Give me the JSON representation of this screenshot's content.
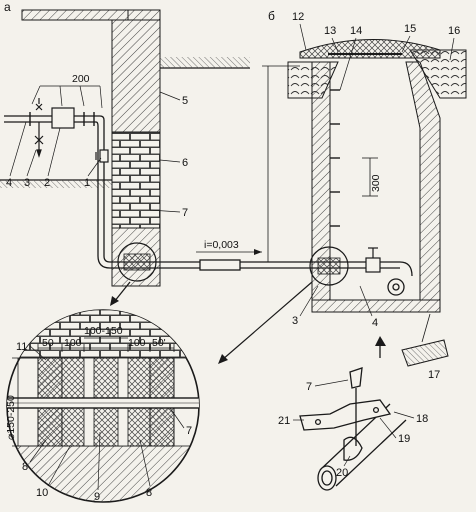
{
  "panels": {
    "a": "а",
    "b": "б"
  },
  "dimensions": {
    "d200": "200",
    "d300": "300",
    "slope": "i=0,003",
    "d100_150": "100-150",
    "d50a": "50",
    "d100a": "100",
    "d100b": "100",
    "d50b": "50'",
    "diam": "⌀150-250"
  },
  "callouts": {
    "c1": "1",
    "c2": "2",
    "c3a": "3",
    "c3b": "3",
    "c4a": "4",
    "c4b": "4",
    "c5": "5",
    "c6": "6",
    "c7a": "7",
    "c7b": "7",
    "c7c": "7",
    "c8a": "8",
    "c8b": "8",
    "c9": "9",
    "c10": "10",
    "c11": "11",
    "c12": "12",
    "c13": "13",
    "c14": "14",
    "c15": "15",
    "c16": "16",
    "c17": "17",
    "c18": "18",
    "c19": "19",
    "c20": "20",
    "c21": "21"
  },
  "colors": {
    "ink": "#1a1a1a",
    "paper": "#f4f2ec",
    "hatch": "#444444"
  }
}
